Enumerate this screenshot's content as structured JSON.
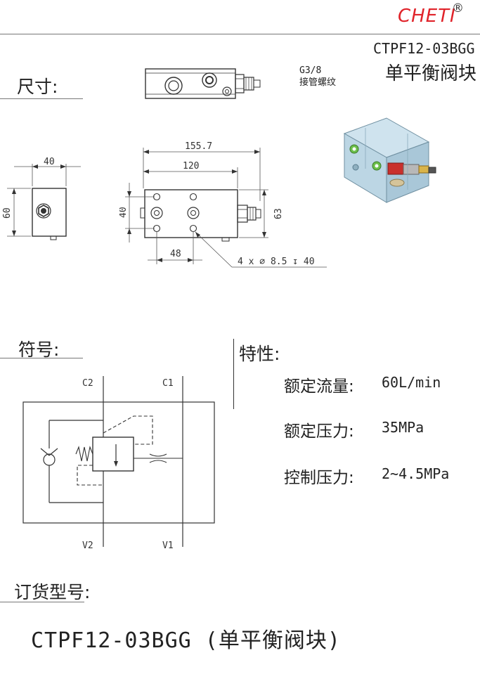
{
  "header": {
    "brand": "CHETI",
    "registered": "®",
    "model": "CTPF12-03BGG",
    "title": "单平衡阀块"
  },
  "colors": {
    "brand": "#e0232a",
    "line": "#333333"
  },
  "dimensions": {
    "heading": "尺寸:",
    "port_note_line1": "G3/8",
    "port_note_line2": "接管螺纹",
    "labels": {
      "side_width": "40",
      "side_height": "60",
      "overall_length": "155.7",
      "body_length": "120",
      "port_spacing": "40",
      "total_height": "63",
      "hole_offset": "48",
      "holes": "4 x ∅ 8.5 ↧ 40"
    }
  },
  "symbol": {
    "heading": "符号:",
    "ports": {
      "c2": "C2",
      "c1": "C1",
      "v2": "V2",
      "v1": "V1"
    }
  },
  "features": {
    "heading": "特性:",
    "items": [
      {
        "label": "额定流量:",
        "value": "60L/min"
      },
      {
        "label": "额定压力:",
        "value": "35MPa"
      },
      {
        "label": "控制压力:",
        "value": "2~4.5MPa"
      }
    ]
  },
  "order": {
    "heading": "订货型号:",
    "text": "CTPF12-03BGG (单平衡阀块)"
  }
}
